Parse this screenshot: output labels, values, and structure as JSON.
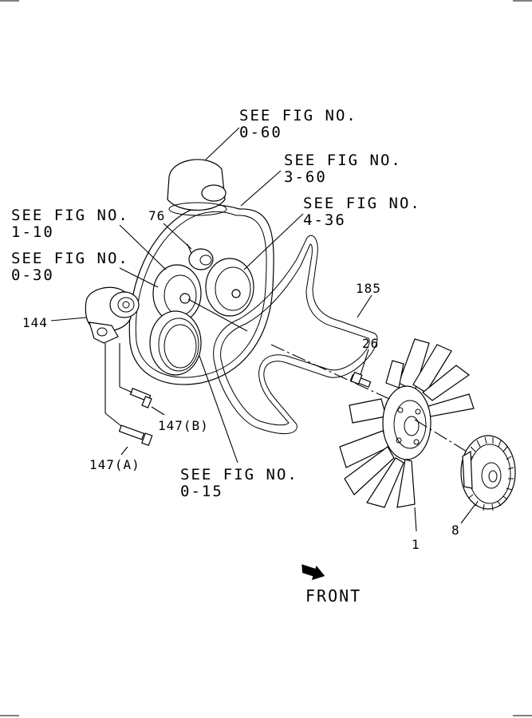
{
  "references": {
    "fig_0_60": [
      "SEE FIG NO.",
      "0-60"
    ],
    "fig_3_60": [
      "SEE FIG NO.",
      "3-60"
    ],
    "fig_4_36": [
      "SEE FIG NO.",
      "4-36"
    ],
    "fig_1_10": [
      "SEE FIG NO.",
      "1-10"
    ],
    "fig_0_30": [
      "SEE FIG NO.",
      "0-30"
    ],
    "fig_0_15": [
      "SEE FIG NO.",
      "0-15"
    ]
  },
  "callouts": {
    "p76": "76",
    "p144": "144",
    "p185": "185",
    "p26": "26",
    "p147b": "147(B)",
    "p147a": "147(A)",
    "p1": "1",
    "p8": "8"
  },
  "direction": {
    "label": "FRONT",
    "icon": "arrow-icon"
  }
}
